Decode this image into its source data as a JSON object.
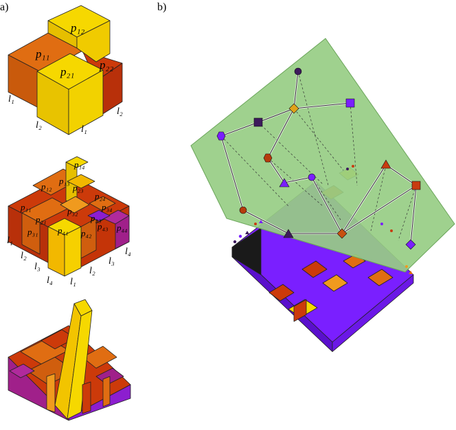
{
  "panels": [
    {
      "id": "a",
      "label": "a)"
    },
    {
      "id": "b",
      "label": "b)"
    }
  ],
  "colors": {
    "yellow": "#f6d800",
    "light_orange": "#f09a1e",
    "orange": "#e06d12",
    "dark_orange": "#cc3a0a",
    "magenta": "#a0208a",
    "purple": "#8c1ecf",
    "violet": "#7a1fff",
    "green_plane": "#97cd84",
    "black": "#1a1a1a"
  },
  "panel_a": {
    "top_diagram": {
      "tiles": [
        {
          "label": "p₁₁",
          "color": "orange"
        },
        {
          "label": "p₁₂",
          "color": "yellow"
        },
        {
          "label": "p₂₁",
          "color": "yellow"
        },
        {
          "label": "p₂₂",
          "color": "dark_orange"
        }
      ],
      "axis_labels": {
        "left_1": "l₁",
        "left_2": "l₂",
        "right_1": "l₁",
        "right_2": "l₂"
      }
    },
    "middle_diagram": {
      "tile_labels": [
        "p₁₁",
        "p₁₂",
        "p₁₃",
        "p₁₄",
        "p₂₁",
        "p₂₃",
        "p₂₄",
        "p₃₁",
        "p₃₂",
        "p₃₃",
        "p₃₄",
        "p₄₁",
        "p₄₂",
        "p₄₃",
        "p₄₄"
      ],
      "axis_labels": {
        "left": [
          "l₁",
          "l₂",
          "l₃",
          "l₄"
        ],
        "right": [
          "l₁",
          "l₂",
          "l₃",
          "l₄"
        ]
      }
    },
    "bottom_diagram": {
      "description_visible": false
    }
  },
  "panel_b": {
    "graph_nodes": [
      {
        "shape": "circle",
        "color": "#3d1a5c"
      },
      {
        "shape": "diamond",
        "color": "#e0a21a"
      },
      {
        "shape": "square",
        "color": "#7a1fff"
      },
      {
        "shape": "square",
        "color": "#3d1a5c"
      },
      {
        "shape": "hexagon",
        "color": "#7a1fff"
      },
      {
        "shape": "hexagon",
        "color": "#b63b0c"
      },
      {
        "shape": "triangle",
        "color": "#7a1fff"
      },
      {
        "shape": "circle",
        "color": "#7a1fff"
      },
      {
        "shape": "triangle",
        "color": "#c83b10"
      },
      {
        "shape": "square",
        "color": "#c83b10"
      },
      {
        "shape": "circle",
        "color": "#b63b0c"
      },
      {
        "shape": "triangle",
        "color": "#3d1a5c"
      },
      {
        "shape": "diamond",
        "color": "#c85010"
      },
      {
        "shape": "diamond",
        "color": "#7a1fff"
      }
    ]
  }
}
